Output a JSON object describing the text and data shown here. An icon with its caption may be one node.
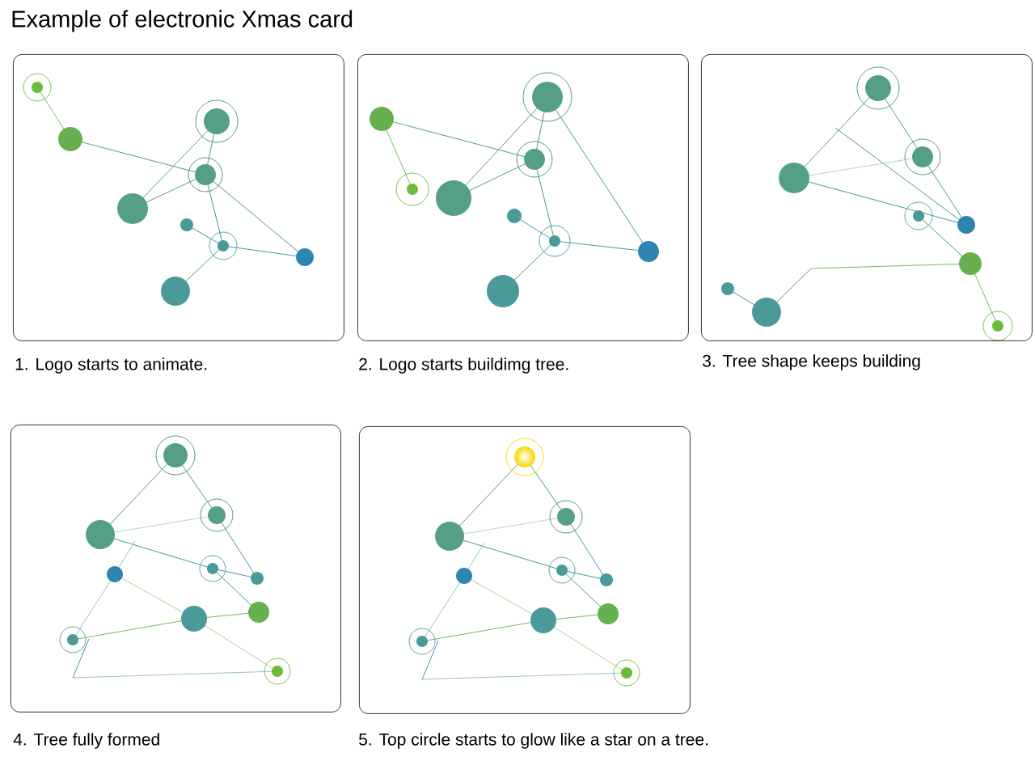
{
  "diagram": {
    "title": "Example of electronic Xmas card",
    "nodes": [
      {
        "text": [
          "1. Logo starts to animate."
        ]
      },
      {
        "text": [
          "2. Logo starts buildimg tree."
        ]
      },
      {
        "text": [
          "3. Tree shape keeps building"
        ]
      },
      {
        "text": [
          "4. Tree fully formed"
        ]
      },
      {
        "text": [
          "5. Top circle starts to glow like a star on a tree."
        ]
      }
    ]
  }
}
